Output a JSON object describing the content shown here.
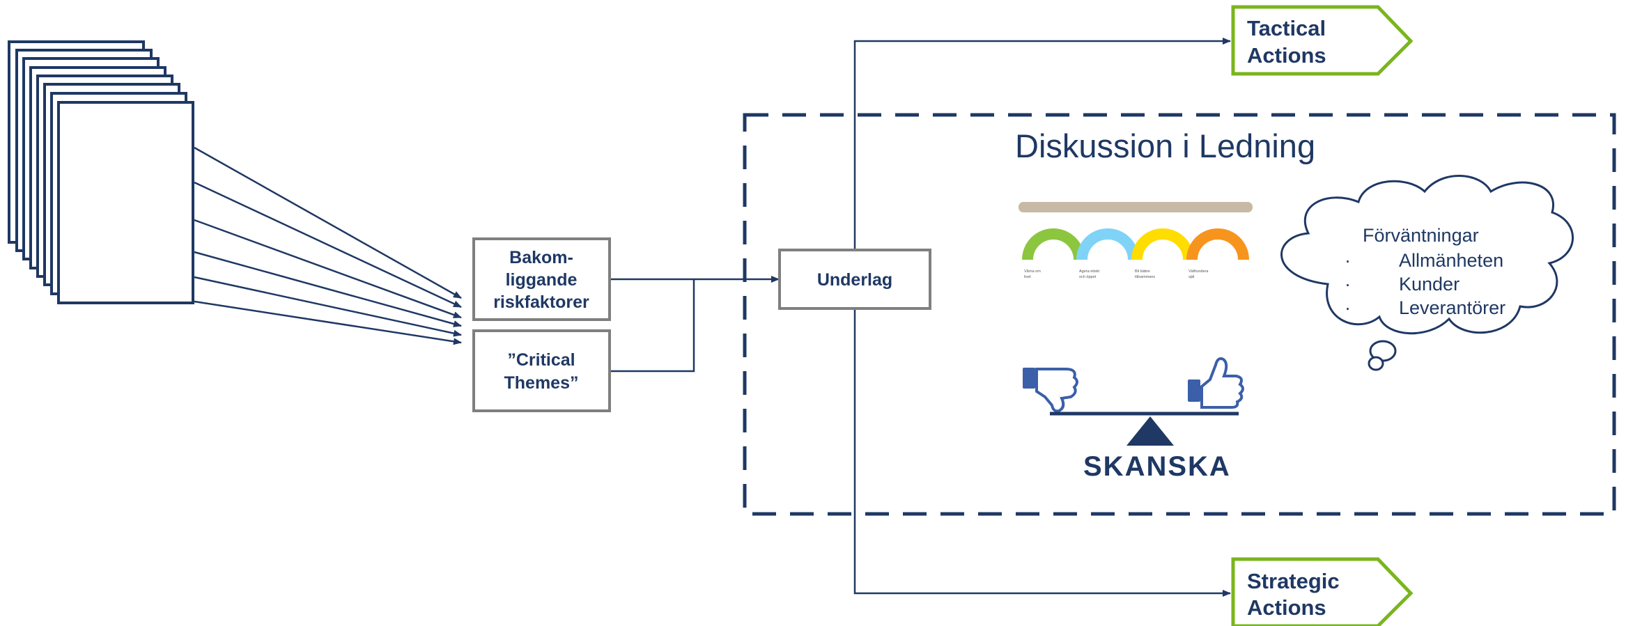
{
  "colors": {
    "navy": "#1f3864",
    "box_border": "#7f7f7f",
    "action_border": "#7ab51d",
    "arc_green": "#8cc63f",
    "arc_blue": "#7fd3f7",
    "arc_yellow": "#ffdd00",
    "arc_orange": "#f7941d",
    "bar_tan": "#c8b9a6",
    "thumb_blue": "#3b5fa8"
  },
  "boxes": {
    "risk_factors": [
      "Bakom-",
      "liggande",
      "riskfaktorer"
    ],
    "critical_themes": [
      "”Critical",
      "Themes”"
    ],
    "underlag": "Underlag"
  },
  "actions": {
    "tactical": [
      "Tactical",
      "Actions"
    ],
    "strategic": [
      "Strategic",
      "Actions"
    ]
  },
  "discussion": {
    "title": "Diskussion i Ledning",
    "value_labels": [
      [
        "Vårna om",
        "livet"
      ],
      [
        "Agera etiskt",
        "och öppet"
      ],
      [
        "Bli bättre",
        "tillsammans"
      ],
      [
        "Välfrundera",
        "själ"
      ]
    ],
    "logo_text": "SKANSKA"
  },
  "cloud": {
    "title": "Förväntningar",
    "items": [
      "Allmänheten",
      "Kunder",
      "Leverantörer"
    ]
  },
  "icons": {
    "documents": "document-stack-icon",
    "thumbs_down": "thumbs-down-icon",
    "thumbs_up": "thumbs-up-icon",
    "seesaw": "seesaw-icon"
  }
}
